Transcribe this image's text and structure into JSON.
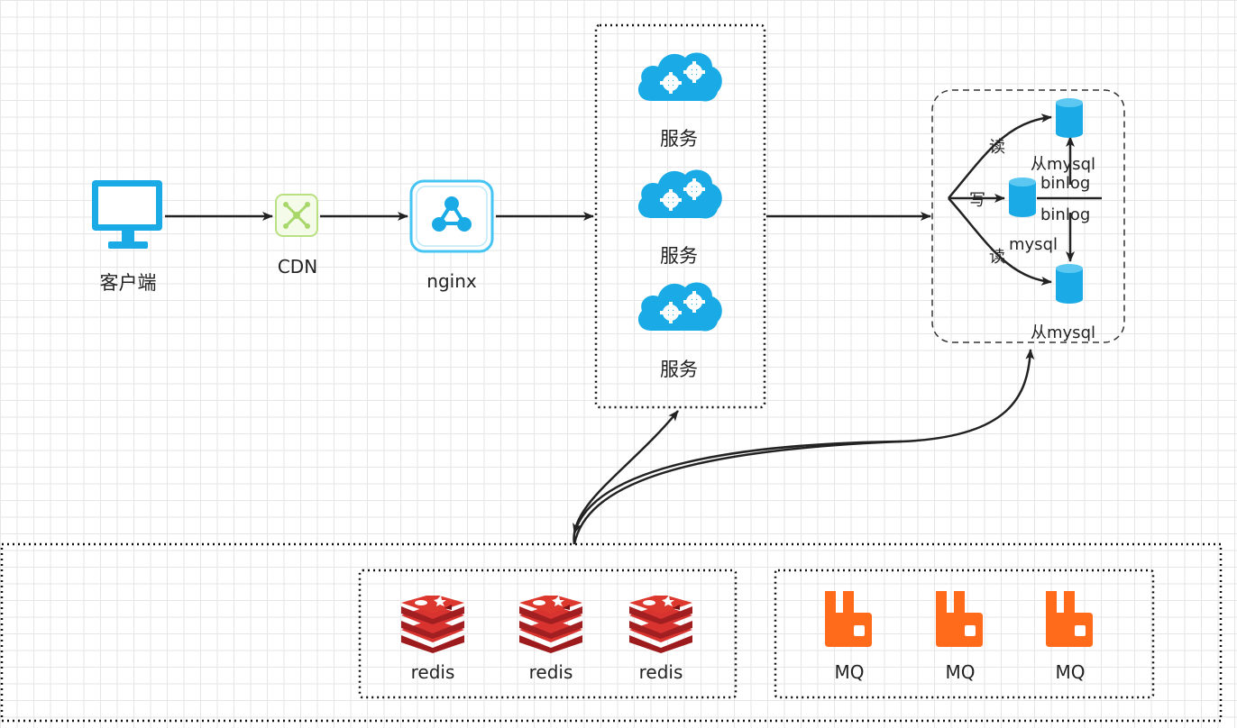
{
  "nodes": {
    "client": {
      "label": "客户端",
      "icon": "monitor-icon"
    },
    "cdn": {
      "label": "CDN",
      "icon": "cdn-icon"
    },
    "nginx": {
      "label": "nginx",
      "icon": "nginx-share-icon"
    },
    "services": [
      {
        "label": "服务",
        "icon": "cloud-gears-icon"
      },
      {
        "label": "服务",
        "icon": "cloud-gears-icon"
      },
      {
        "label": "服务",
        "icon": "cloud-gears-icon"
      }
    ]
  },
  "db": {
    "master": "mysql",
    "slave_top": "从mysql",
    "slave_bottom": "从mysql",
    "binlog_top": "binlog",
    "binlog_bottom": "binlog",
    "read_top": "读",
    "write": "写",
    "read_bottom": "读",
    "icon": "database-icon"
  },
  "middleware": {
    "redis": [
      {
        "label": "redis",
        "icon": "redis-icon"
      },
      {
        "label": "redis",
        "icon": "redis-icon"
      },
      {
        "label": "redis",
        "icon": "redis-icon"
      }
    ],
    "mq": [
      {
        "label": "MQ",
        "icon": "rabbitmq-icon"
      },
      {
        "label": "MQ",
        "icon": "rabbitmq-icon"
      },
      {
        "label": "MQ",
        "icon": "rabbitmq-icon"
      }
    ]
  },
  "colors": {
    "blue": "#1aabe6",
    "cdn_green": "#a8d86a",
    "redis_red": "#c0282a",
    "mq_orange": "#ff6b1a",
    "arrow": "#222222"
  }
}
